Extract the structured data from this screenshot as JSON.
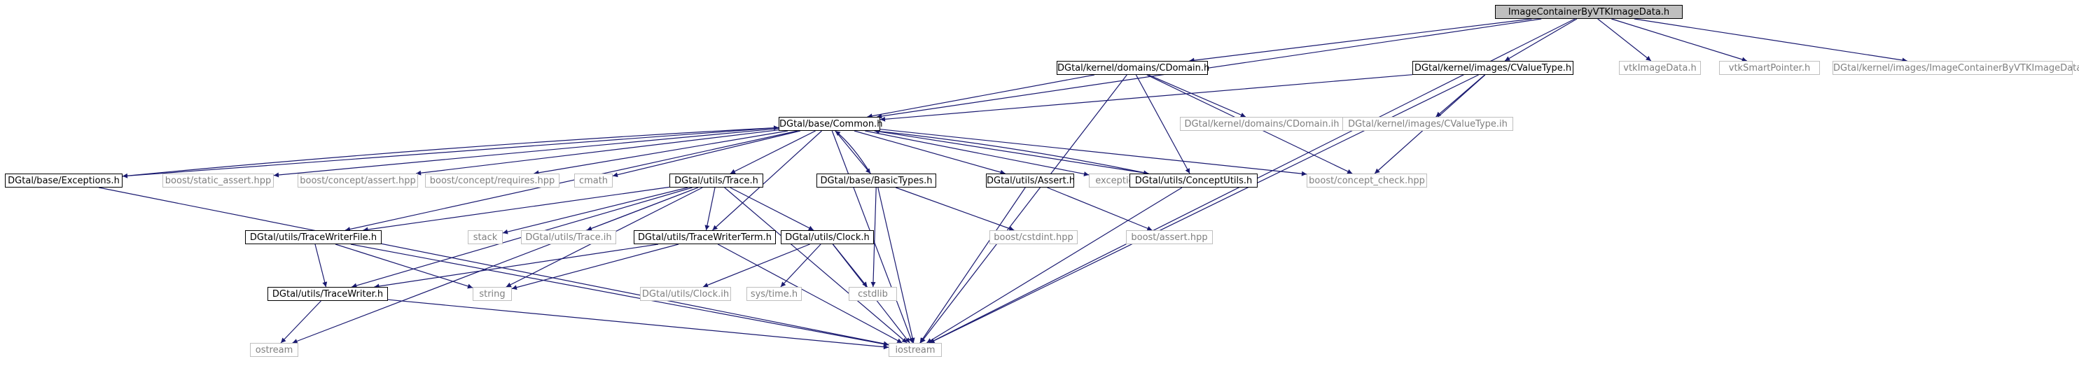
{
  "diagram": {
    "nodes": [
      {
        "id": "root",
        "label": "ImageContainerByVTKImageData.h",
        "style": "root"
      },
      {
        "id": "cdomain",
        "label": "DGtal/kernel/domains/CDomain.h",
        "style": "lbl"
      },
      {
        "id": "cvaluetype",
        "label": "DGtal/kernel/images/CValueType.h",
        "style": "lbl"
      },
      {
        "id": "vtkimagedata",
        "label": "vtkImageData.h",
        "style": "ext"
      },
      {
        "id": "vtksmartpointer",
        "label": "vtkSmartPointer.h",
        "style": "ext"
      },
      {
        "id": "imgcontainer_ih",
        "label": "DGtal/kernel/images/ImageContainerByVTKImageData.ih",
        "style": "ext"
      },
      {
        "id": "common",
        "label": "DGtal/base/Common.h",
        "style": "lbl"
      },
      {
        "id": "cdomain_ih",
        "label": "DGtal/kernel/domains/CDomain.ih",
        "style": "ext"
      },
      {
        "id": "cvaluetype_ih",
        "label": "DGtal/kernel/images/CValueType.ih",
        "style": "ext"
      },
      {
        "id": "exceptions",
        "label": "DGtal/base/Exceptions.h",
        "style": "lbl"
      },
      {
        "id": "static_assert",
        "label": "boost/static_assert.hpp",
        "style": "ext"
      },
      {
        "id": "concept_assert",
        "label": "boost/concept/assert.hpp",
        "style": "ext"
      },
      {
        "id": "concept_requires",
        "label": "boost/concept/requires.hpp",
        "style": "ext"
      },
      {
        "id": "cmath",
        "label": "cmath",
        "style": "ext"
      },
      {
        "id": "trace",
        "label": "DGtal/utils/Trace.h",
        "style": "lbl"
      },
      {
        "id": "basictypes",
        "label": "DGtal/base/BasicTypes.h",
        "style": "lbl"
      },
      {
        "id": "assert",
        "label": "DGtal/utils/Assert.h",
        "style": "lbl"
      },
      {
        "id": "exception",
        "label": "exception",
        "style": "ext"
      },
      {
        "id": "conceptutils",
        "label": "DGtal/utils/ConceptUtils.h",
        "style": "lbl"
      },
      {
        "id": "concept_check",
        "label": "boost/concept_check.hpp",
        "style": "ext"
      },
      {
        "id": "tracewriterfile",
        "label": "DGtal/utils/TraceWriterFile.h",
        "style": "lbl"
      },
      {
        "id": "stack",
        "label": "stack",
        "style": "ext"
      },
      {
        "id": "trace_ih",
        "label": "DGtal/utils/Trace.ih",
        "style": "ext"
      },
      {
        "id": "tracewriterterm",
        "label": "DGtal/utils/TraceWriterTerm.h",
        "style": "lbl"
      },
      {
        "id": "clock",
        "label": "DGtal/utils/Clock.h",
        "style": "lbl"
      },
      {
        "id": "cstdint",
        "label": "boost/cstdint.hpp",
        "style": "ext"
      },
      {
        "id": "boost_assert",
        "label": "boost/assert.hpp",
        "style": "ext"
      },
      {
        "id": "tracewriter",
        "label": "DGtal/utils/TraceWriter.h",
        "style": "lbl"
      },
      {
        "id": "string",
        "label": "string",
        "style": "ext"
      },
      {
        "id": "clock_ih",
        "label": "DGtal/utils/Clock.ih",
        "style": "ext"
      },
      {
        "id": "systime",
        "label": "sys/time.h",
        "style": "ext"
      },
      {
        "id": "cstdlib",
        "label": "cstdlib",
        "style": "ext"
      },
      {
        "id": "ostream",
        "label": "ostream",
        "style": "ext"
      },
      {
        "id": "iostream",
        "label": "iostream",
        "style": "ext"
      }
    ],
    "edges": [
      [
        "root",
        "cdomain"
      ],
      [
        "root",
        "cvaluetype"
      ],
      [
        "root",
        "vtkimagedata"
      ],
      [
        "root",
        "vtksmartpointer"
      ],
      [
        "root",
        "imgcontainer_ih"
      ],
      [
        "root",
        "common"
      ],
      [
        "root",
        "iostream"
      ],
      [
        "cdomain",
        "common"
      ],
      [
        "cdomain",
        "cdomain_ih"
      ],
      [
        "cdomain",
        "concept_check"
      ],
      [
        "cdomain",
        "conceptutils"
      ],
      [
        "cdomain",
        "iostream"
      ],
      [
        "cvaluetype",
        "common"
      ],
      [
        "cvaluetype",
        "cvaluetype_ih"
      ],
      [
        "cvaluetype",
        "concept_check"
      ],
      [
        "cvaluetype",
        "iostream"
      ],
      [
        "common",
        "exceptions"
      ],
      [
        "common",
        "static_assert"
      ],
      [
        "common",
        "concept_assert"
      ],
      [
        "common",
        "concept_requires"
      ],
      [
        "common",
        "cmath"
      ],
      [
        "common",
        "trace"
      ],
      [
        "common",
        "basictypes"
      ],
      [
        "common",
        "assert"
      ],
      [
        "common",
        "exception"
      ],
      [
        "common",
        "conceptutils"
      ],
      [
        "common",
        "concept_check"
      ],
      [
        "common",
        "tracewriterterm"
      ],
      [
        "common",
        "tracewriterfile"
      ],
      [
        "common",
        "iostream"
      ],
      [
        "exceptions",
        "common"
      ],
      [
        "exceptions",
        "iostream"
      ],
      [
        "trace",
        "tracewriterfile"
      ],
      [
        "trace",
        "stack"
      ],
      [
        "trace",
        "trace_ih"
      ],
      [
        "trace",
        "tracewriterterm"
      ],
      [
        "trace",
        "clock"
      ],
      [
        "trace",
        "string"
      ],
      [
        "trace",
        "tracewriter"
      ],
      [
        "trace",
        "ostream"
      ],
      [
        "trace",
        "iostream"
      ],
      [
        "basictypes",
        "common"
      ],
      [
        "basictypes",
        "cstdint"
      ],
      [
        "basictypes",
        "cstdlib"
      ],
      [
        "basictypes",
        "iostream"
      ],
      [
        "assert",
        "boost_assert"
      ],
      [
        "assert",
        "iostream"
      ],
      [
        "conceptutils",
        "common"
      ],
      [
        "conceptutils",
        "iostream"
      ],
      [
        "tracewriterfile",
        "tracewriter"
      ],
      [
        "tracewriterfile",
        "string"
      ],
      [
        "tracewriterfile",
        "iostream"
      ],
      [
        "tracewriterterm",
        "tracewriter"
      ],
      [
        "tracewriterterm",
        "string"
      ],
      [
        "tracewriterterm",
        "iostream"
      ],
      [
        "clock",
        "clock_ih"
      ],
      [
        "clock",
        "systime"
      ],
      [
        "clock",
        "cstdlib"
      ],
      [
        "clock",
        "iostream"
      ],
      [
        "tracewriter",
        "ostream"
      ],
      [
        "tracewriter",
        "iostream"
      ]
    ]
  }
}
